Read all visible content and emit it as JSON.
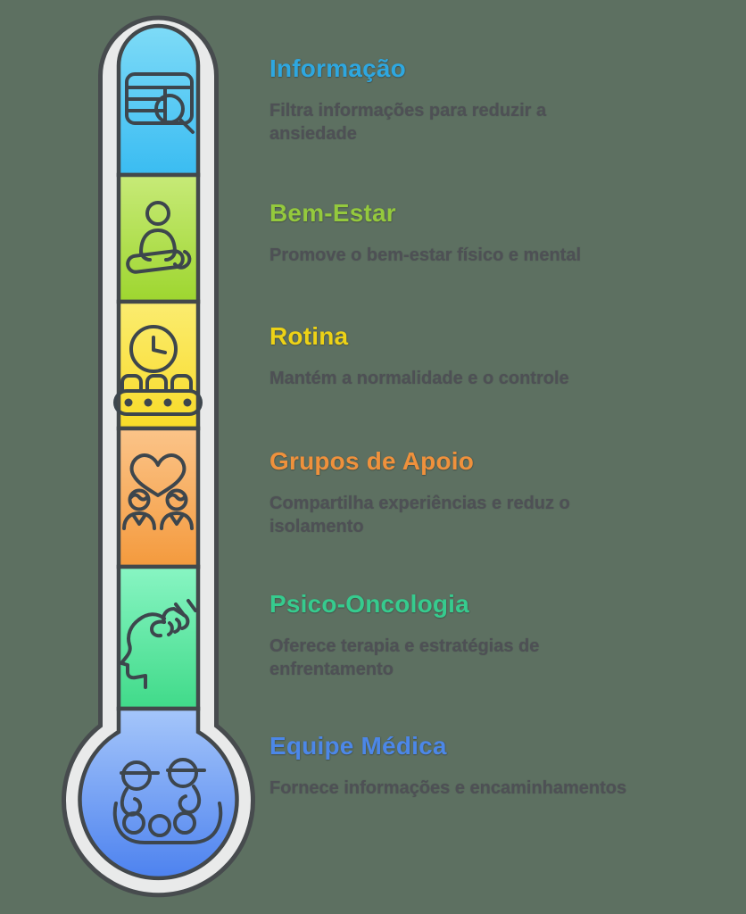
{
  "canvas": {
    "background": "#5D7061"
  },
  "thermometer": {
    "tube_fill": "#E9EAEA",
    "tube_outline": "#474B4E",
    "segment_outline": "#43484B",
    "icon_stroke": "#3D464D",
    "segments": [
      {
        "label": "Informação",
        "icon": "table-search-icon",
        "color_top": "#7EDBF7",
        "color_bottom": "#3ABCF2"
      },
      {
        "label": "Bem-Estar",
        "icon": "meditation-icon",
        "color_top": "#C7EA78",
        "color_bottom": "#9ED62F"
      },
      {
        "label": "Rotina",
        "icon": "clock-conveyor-icon",
        "color_top": "#FBEC70",
        "color_bottom": "#F8DB28"
      },
      {
        "label": "Grupos de Apoio",
        "icon": "heart-people-icon",
        "color_top": "#FBC489",
        "color_bottom": "#F49A3D"
      },
      {
        "label": "Psico-Oncologia",
        "icon": "head-hand-icon",
        "color_top": "#88F5C3",
        "color_bottom": "#40DA89"
      },
      {
        "label": "Equipe Médica",
        "icon": "medical-team-icon",
        "color_top": "#A5C6FA",
        "color_bottom": "#4D82EF"
      }
    ]
  },
  "sections": [
    {
      "title": "Informação",
      "title_color": "#2EA7E0",
      "description": "Filtra informações para reduzir a\nansiedade"
    },
    {
      "title": "Bem-Estar",
      "title_color": "#94C93D",
      "description": "Promove o bem-estar físico e mental"
    },
    {
      "title": "Rotina",
      "title_color": "#EDD216",
      "description": "Mantém a normalidade e o controle"
    },
    {
      "title": "Grupos de Apoio",
      "title_color": "#EF913C",
      "description": "Compartilha experiências e reduz o\nisolamento"
    },
    {
      "title": "Psico-Oncologia",
      "title_color": "#36CB8E",
      "description": "Oferece terapia e estratégias de\nenfrentamento"
    },
    {
      "title": "Equipe Médica",
      "title_color": "#4C87E8",
      "description": "Fornece informações e encaminhamentos"
    }
  ]
}
